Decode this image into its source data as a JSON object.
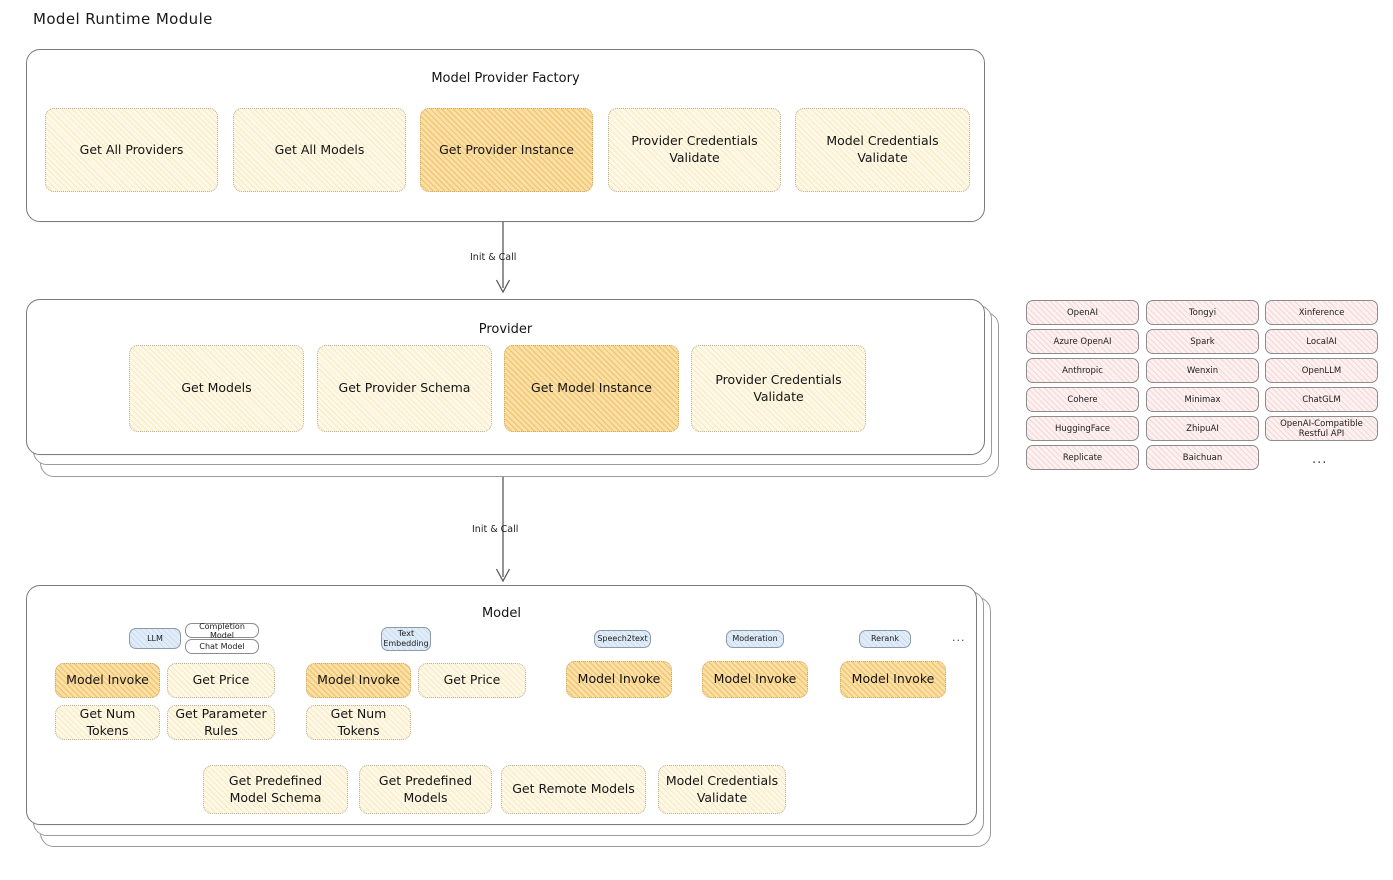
{
  "title": "Model Runtime Module",
  "factory": {
    "title": "Model Provider Factory",
    "nodes": [
      {
        "label": "Get All Providers",
        "highlight": false
      },
      {
        "label": "Get All Models",
        "highlight": false
      },
      {
        "label": "Get Provider Instance",
        "highlight": true
      },
      {
        "label": "Provider Credentials Validate",
        "highlight": false
      },
      {
        "label": "Model Credentials Validate",
        "highlight": false
      }
    ]
  },
  "arrows": [
    {
      "label": "Init & Call"
    },
    {
      "label": "Init & Call"
    }
  ],
  "provider": {
    "title": "Provider",
    "nodes": [
      {
        "label": "Get Models",
        "highlight": false
      },
      {
        "label": "Get Provider Schema",
        "highlight": false
      },
      {
        "label": "Get Model Instance",
        "highlight": true
      },
      {
        "label": "Provider Credentials Validate",
        "highlight": false
      }
    ]
  },
  "provider_list": {
    "column1": [
      "OpenAI",
      "Azure OpenAI",
      "Anthropic",
      "Cohere",
      "HuggingFace",
      "Replicate"
    ],
    "column2": [
      "Tongyi",
      "Spark",
      "Wenxin",
      "Minimax",
      "ZhipuAI",
      "Baichuan"
    ],
    "column3": [
      "Xinference",
      "LocalAI",
      "OpenLLM",
      "ChatGLM",
      "OpenAI-Compatible Restful API"
    ],
    "more": "..."
  },
  "model": {
    "title": "Model",
    "more": "...",
    "types": [
      {
        "name": "LLM",
        "sub": [
          "Completion Model",
          "Chat Model"
        ]
      },
      {
        "name": "Text Embedding",
        "sub": []
      },
      {
        "name": "Speech2text",
        "sub": []
      },
      {
        "name": "Moderation",
        "sub": []
      },
      {
        "name": "Rerank",
        "sub": []
      }
    ],
    "llm_nodes": [
      {
        "label": "Model Invoke",
        "highlight": true
      },
      {
        "label": "Get Price",
        "highlight": false
      },
      {
        "label": "Get Num Tokens",
        "highlight": false
      },
      {
        "label": "Get Parameter Rules",
        "highlight": false
      }
    ],
    "embedding_nodes": [
      {
        "label": "Model Invoke",
        "highlight": true
      },
      {
        "label": "Get Price",
        "highlight": false
      },
      {
        "label": "Get Num Tokens",
        "highlight": false
      }
    ],
    "speech2text_nodes": [
      {
        "label": "Model Invoke",
        "highlight": true
      }
    ],
    "moderation_nodes": [
      {
        "label": "Model Invoke",
        "highlight": true
      }
    ],
    "rerank_nodes": [
      {
        "label": "Model Invoke",
        "highlight": true
      }
    ],
    "common_nodes": [
      {
        "label": "Get Predefined Model Schema",
        "highlight": false
      },
      {
        "label": "Get Predefined Models",
        "highlight": false
      },
      {
        "label": "Get Remote Models",
        "highlight": false
      },
      {
        "label": "Model Credentials Validate",
        "highlight": false
      }
    ]
  },
  "colors": {
    "node_fill": "#fdf8e8",
    "node_highlight_fill": "#fbe0a8",
    "provider_chip_fill": "#fdf1f1",
    "type_chip_fill": "#e0ecf8",
    "border": "#7b7b7b"
  }
}
